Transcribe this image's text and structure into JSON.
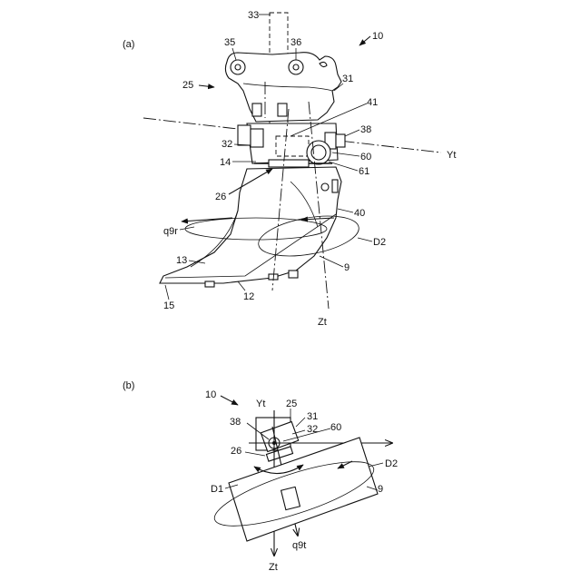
{
  "panel_a": {
    "panel_label": "(a)",
    "labels": {
      "n33": "33",
      "n10": "10",
      "n35": "35",
      "n36": "36",
      "n31": "31",
      "n25": "25",
      "n41": "41",
      "n38": "38",
      "n32": "32",
      "n60": "60",
      "n14": "14",
      "n61": "61",
      "nYt": "Yt",
      "n26": "26",
      "n40": "40",
      "nq9r": "q9r",
      "nD2": "D2",
      "n13": "13",
      "n9": "9",
      "n15": "15",
      "n12": "12",
      "nZt": "Zt"
    }
  },
  "panel_b": {
    "panel_label": "(b)",
    "labels": {
      "n10": "10",
      "nYt": "Yt",
      "n25": "25",
      "n31": "31",
      "n38": "38",
      "n32": "32",
      "n60": "60",
      "n26": "26",
      "nD2": "D2",
      "nD1": "D1",
      "n9": "9",
      "nq9t": "q9t",
      "nZt": "Zt"
    }
  }
}
